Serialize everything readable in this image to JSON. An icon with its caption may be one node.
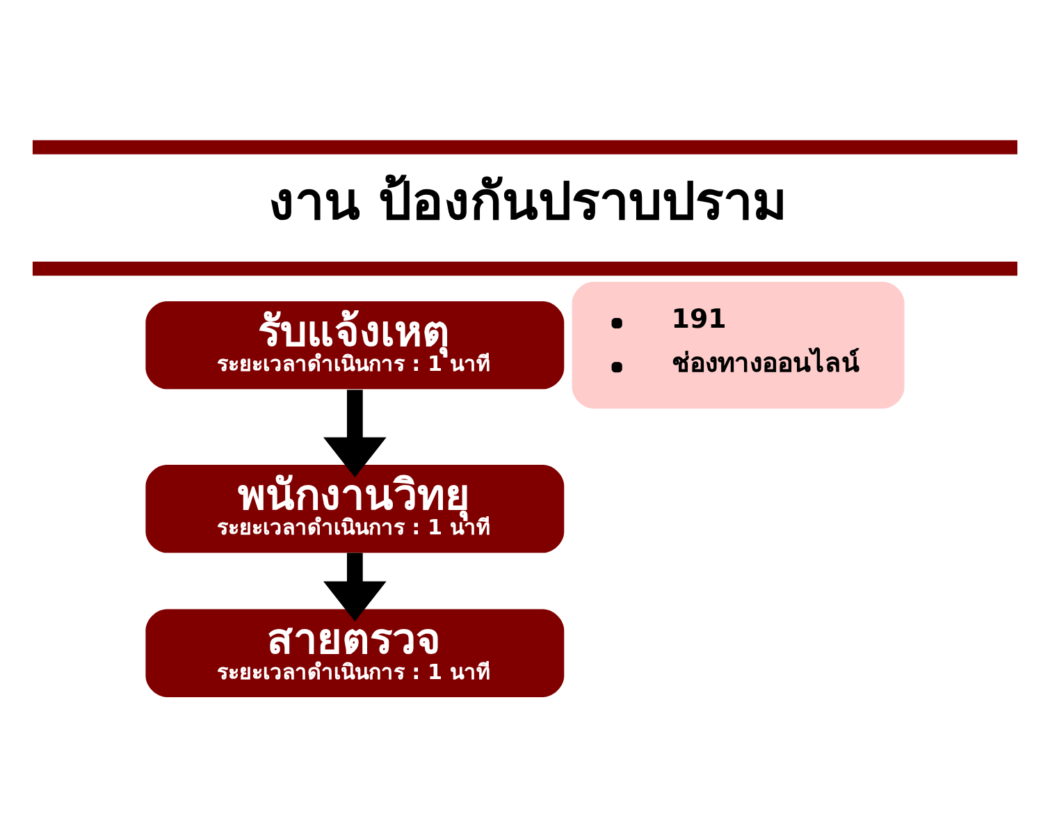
{
  "diagram": {
    "title": "งาน ป้องกันปราบปราม",
    "nodes": [
      {
        "text": [
          "รับแจ้งเหตุ",
          "ระยะเวลาดำเนินการ : 1 นาที"
        ]
      },
      {
        "text": [
          "191",
          "ช่องทางออนไลน์"
        ]
      },
      {
        "text": [
          "พนักงานวิทยุ",
          "ระยะเวลาดำเนินการ : 1 นาที"
        ]
      },
      {
        "text": [
          "สายตรวจ",
          "ระยะเวลาดำเนินการ : 1 นาที"
        ]
      }
    ],
    "edges": [
      {
        "from": 0,
        "to": 2,
        "arrow": "to"
      },
      {
        "from": 2,
        "to": 3,
        "arrow": "to"
      }
    ]
  }
}
